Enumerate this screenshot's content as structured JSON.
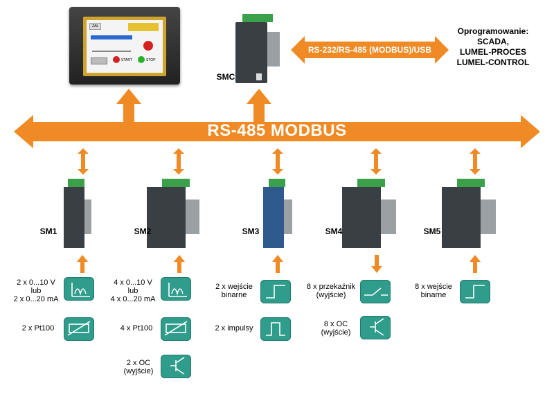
{
  "bus": {
    "label": "RS-485 MODBUS"
  },
  "rs_link": {
    "label": "RS-232/RS-485 (MODBUS)/USB"
  },
  "software": {
    "title": "Oprogramowanie:",
    "items": [
      "SCADA,",
      "LUMEL-PROCES",
      "LUMEL-CONTROL"
    ]
  },
  "smc": {
    "label": "SMC"
  },
  "hmi": {
    "screen_labels": [
      "ZAŁ",
      "START",
      "STOP"
    ]
  },
  "modules": [
    {
      "name": "SM1"
    },
    {
      "name": "SM2"
    },
    {
      "name": "SM3"
    },
    {
      "name": "SM4"
    },
    {
      "name": "SM5"
    }
  ],
  "sm1": {
    "io1": [
      "2 x 0...10 V",
      "lub",
      "2 x 0...20 mA"
    ],
    "io2": "2 x Pt100"
  },
  "sm2": {
    "io1": [
      "4 x 0...10 V",
      "lub",
      "4 x 0...20 mA"
    ],
    "io2": "4 x Pt100",
    "io3": [
      "2 x OC",
      "(wyjście)"
    ]
  },
  "sm3": {
    "io1": [
      "2 x wejście",
      "binarne"
    ],
    "io2": "2 x impulsy"
  },
  "sm4": {
    "io1": [
      "8 x przekaźnik",
      "(wyjście)"
    ],
    "io2": [
      "8 x OC",
      "(wyjście)"
    ]
  },
  "sm5": {
    "io1": [
      "8 x wejście",
      "binarne"
    ]
  },
  "colors": {
    "arrow": "#f08a24",
    "tile": "#2f9c8c",
    "module": "#3a3f44"
  }
}
